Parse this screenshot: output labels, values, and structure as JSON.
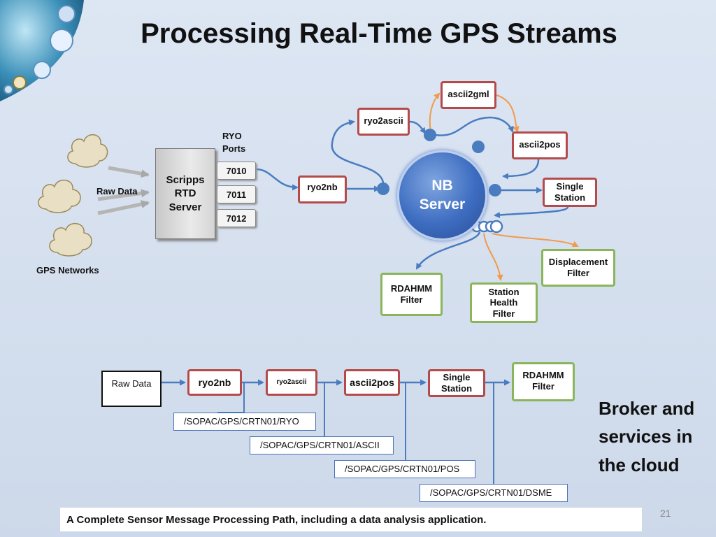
{
  "title": "Processing Real-Time GPS Streams",
  "top": {
    "gps_networks": "GPS Networks",
    "raw_data": "Raw Data",
    "rtd_server": [
      "Scripps",
      "RTD",
      "Server"
    ],
    "ryo_ports_label": [
      "RYO",
      "Ports"
    ],
    "ports": [
      "7010",
      "7011",
      "7012"
    ],
    "nb_server": [
      "NB",
      "Server"
    ],
    "ryo2nb": "ryo2nb",
    "ryo2ascii": "ryo2ascii",
    "ascii2gml": "ascii2gml",
    "ascii2pos": "ascii2pos",
    "single_station": [
      "Single",
      "Station"
    ],
    "displacement_filter": [
      "Displacement",
      "Filter"
    ],
    "rdahmm_filter": [
      "RDAHMM",
      "Filter"
    ],
    "station_health_filter": [
      "Station",
      "Health",
      "Filter"
    ]
  },
  "pipeline": {
    "raw_data": "Raw Data",
    "ryo2nb": "ryo2nb",
    "ryo2ascii": "ryo2ascii",
    "ascii2pos": "ascii2pos",
    "single_station": [
      "Single",
      "Station"
    ],
    "rdahmm_filter": [
      "RDAHMM",
      "Filter"
    ],
    "topics": [
      "/SOPAC/GPS/CRTN01/RYO",
      "/SOPAC/GPS/CRTN01/ASCII",
      "/SOPAC/GPS/CRTN01/POS",
      "/SOPAC/GPS/CRTN01/DSME"
    ]
  },
  "broker_text": [
    "Broker and",
    "services in",
    "the cloud"
  ],
  "caption": "A Complete Sensor Message Processing Path, including a data analysis application.",
  "page_number": "21",
  "colors": {
    "blue_line": "#4a7cc0",
    "orange_line": "#f29a4a",
    "red_border": "#b54a4a",
    "green_border": "#8ab55a"
  }
}
